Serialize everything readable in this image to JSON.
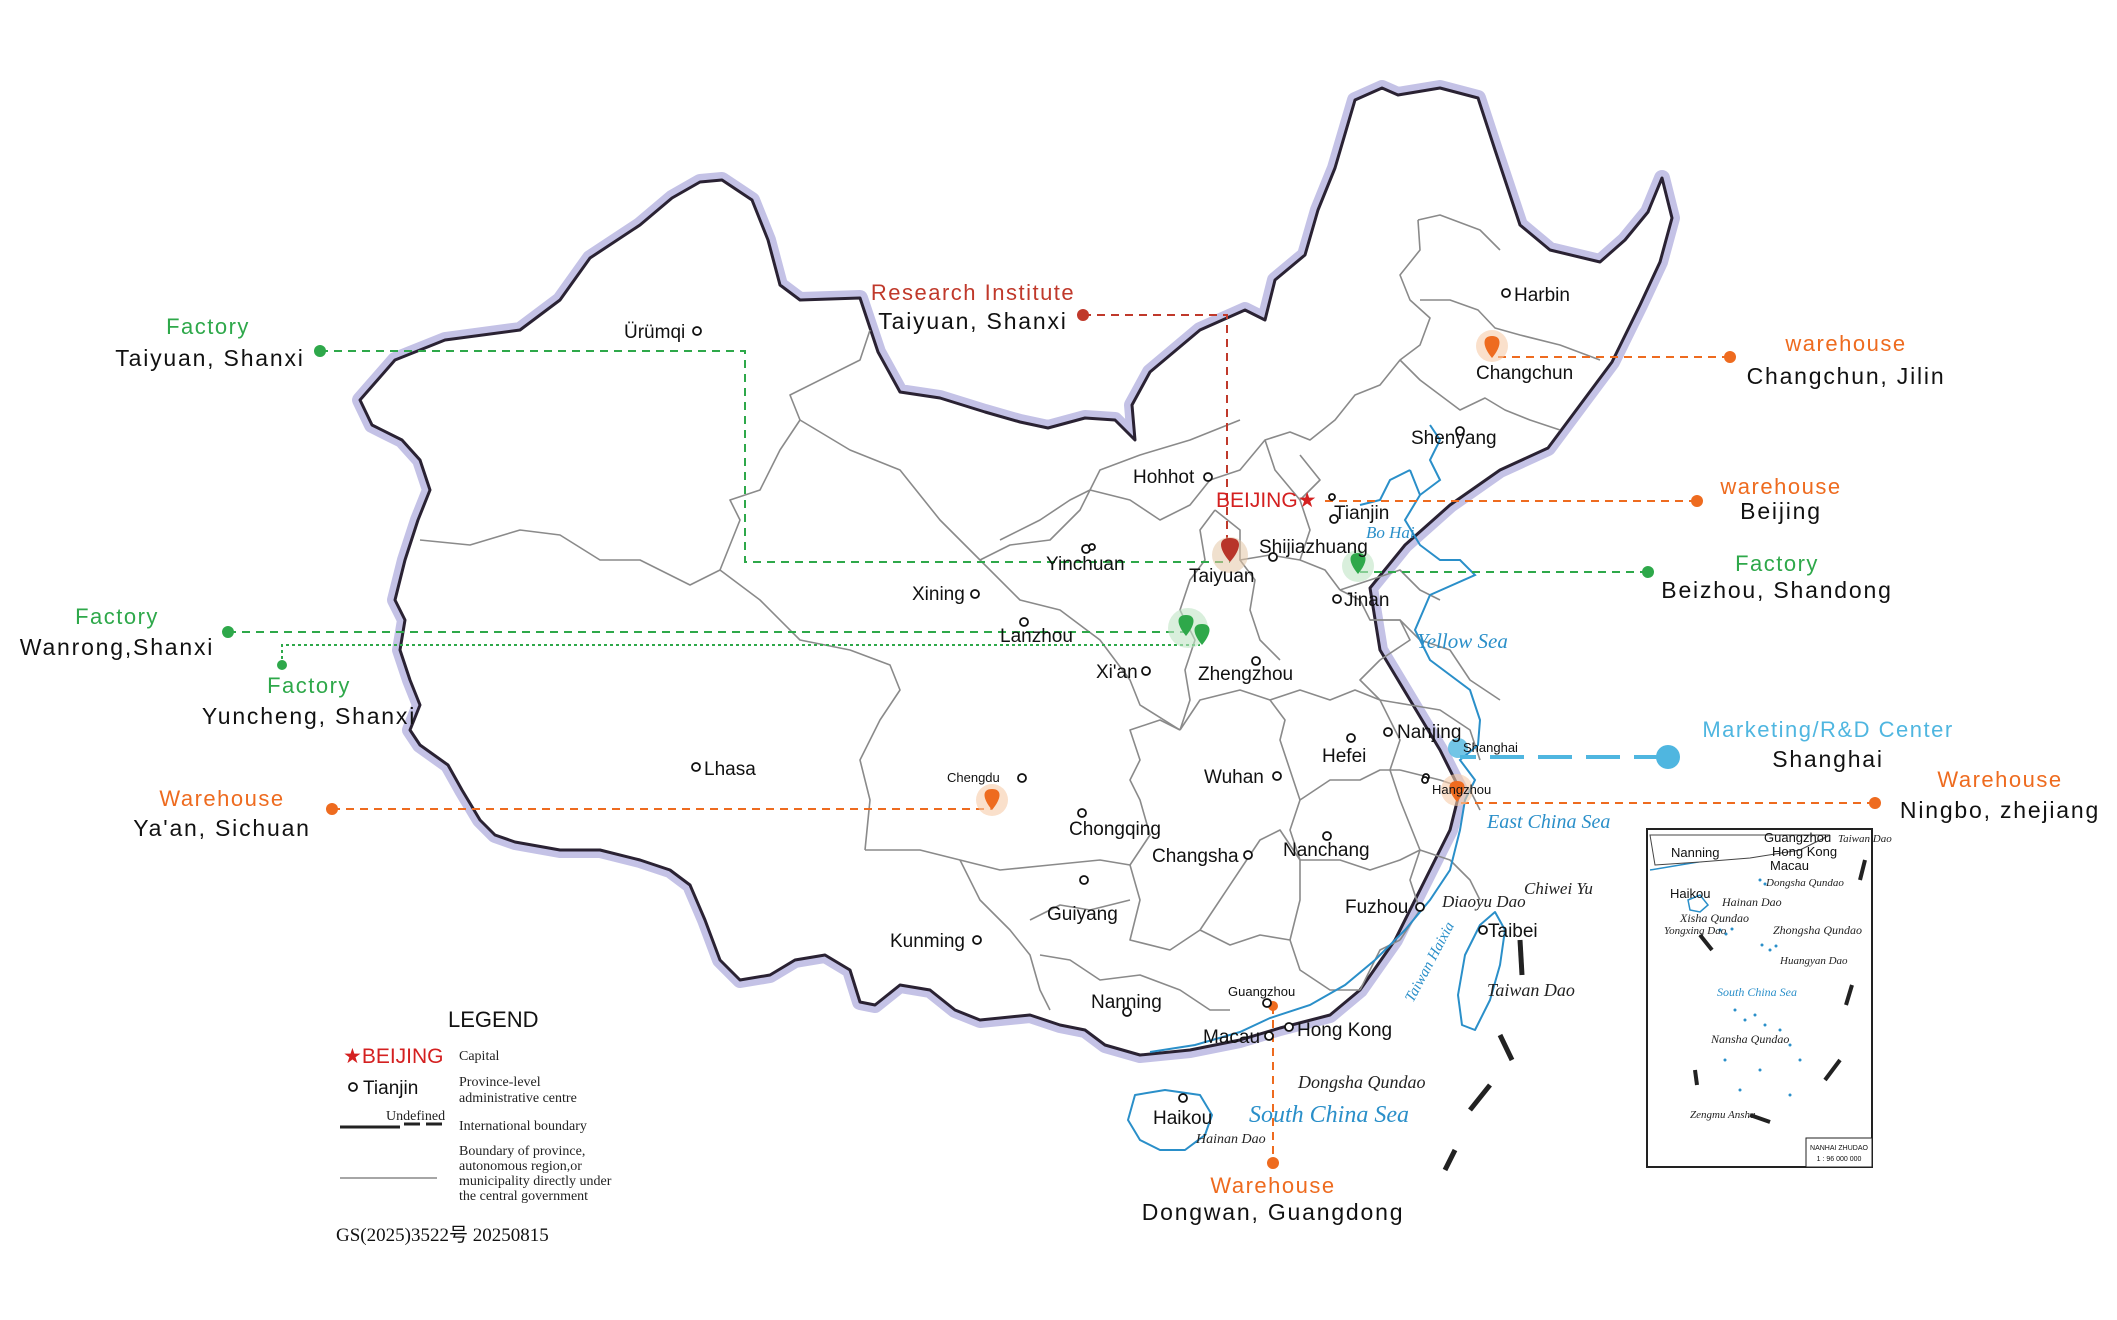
{
  "colors": {
    "factory": "#2ea84a",
    "warehouse": "#ee6b1f",
    "research": "#c0392b",
    "marketing": "#4fb6e0",
    "capital": "#d42020",
    "sea": "#2a8fc9",
    "border_halo": "#c4c2e6"
  },
  "callouts": {
    "factory_taiyuan": {
      "title": "Factory",
      "subtitle": "Taiyuan, Shanxi"
    },
    "research": {
      "title": "Research Institute",
      "subtitle": "Taiyuan, Shanxi"
    },
    "warehouse_changchun": {
      "title": "warehouse",
      "subtitle": "Changchun, Jilin"
    },
    "warehouse_beijing": {
      "title": "warehouse",
      "subtitle": "Beijing"
    },
    "factory_beizhou": {
      "title": "Factory",
      "subtitle": "Beizhou, Shandong"
    },
    "factory_wanrong": {
      "title": "Factory",
      "subtitle": "Wanrong,Shanxi"
    },
    "factory_yuncheng": {
      "title": "Factory",
      "subtitle": "Yuncheng, Shanxi"
    },
    "warehouse_yaan": {
      "title": "Warehouse",
      "subtitle": "Ya'an, Sichuan"
    },
    "marketing": {
      "title": "Marketing/R&D Center",
      "subtitle": "Shanghai"
    },
    "warehouse_ningbo": {
      "title": "Warehouse",
      "subtitle": "Ningbo, zhejiang"
    },
    "warehouse_dongwan": {
      "title": "Warehouse",
      "subtitle": "Dongwan, Guangdong"
    }
  },
  "cities": {
    "urumqi": "Ürümqi",
    "harbin": "Harbin",
    "changchun": "Changchun",
    "shenyang": "Shenyang",
    "hohhot": "Hohhot",
    "beijing": "BEIJING",
    "tianjin": "Tianjin",
    "shijiazhuang": "Shijiazhuang",
    "taiyuan": "Taiyuan",
    "yinchuan": "Yinchuan",
    "jinan": "Jinan",
    "xining": "Xining",
    "lanzhou": "Lanzhou",
    "xian": "Xi'an",
    "zhengzhou": "Zhengzhou",
    "lhasa": "Lhasa",
    "chengdu": "Chengdu",
    "nanjing": "Nanjing",
    "hefei": "Hefei",
    "shanghai": "Shanghai",
    "hangzhou": "Hangzhou",
    "wuhan": "Wuhan",
    "chongqing": "Chongqing",
    "changsha": "Changsha",
    "nanchang": "Nanchang",
    "fuzhou": "Fuzhou",
    "taibei": "Taibei",
    "guiyang": "Guiyang",
    "kunming": "Kunming",
    "nanning": "Nanning",
    "guangzhou": "Guangzhou",
    "macau": "Macau",
    "hongkong": "Hong Kong",
    "haikou": "Haikou"
  },
  "seas": {
    "bohai": "Bo Hai",
    "yellow": "Yellow  Sea",
    "east_china": "East China Sea",
    "south_china": "South  China  Sea",
    "taiwan_haixia": "Taiwan Haixia"
  },
  "islands": {
    "diaoyu": "Diaoyu Dao",
    "chiwei": "Chiwei Yu",
    "taiwan": "Taiwan Dao",
    "dongsha": "Dongsha Qundao",
    "hainan": "Hainan Dao"
  },
  "inset": {
    "guangzhou": "Guangzhou",
    "taiwan_dao": "Taiwan Dao",
    "nanning": "Nanning",
    "hongkong": "Hong Kong",
    "macau": "Macau",
    "dongsha": "Dongsha Qundao",
    "haikou": "Haikou",
    "hainan": "Hainan Dao",
    "xisha": "Xisha Qundao",
    "yongxing": "Yongxing  Dao",
    "zhongsha": "Zhongsha Qundao",
    "huangyan": "Huangyan Dao",
    "south_china_sea": "South   China   Sea",
    "nansha": "Nansha Qundao",
    "zengmu": "Zengmu Ansha",
    "title": "NANHAI ZHUDAO",
    "scale": "1 : 96 000 000"
  },
  "legend": {
    "title": "LEGEND",
    "capital_sample": "★BEIJING",
    "capital_label": "Capital",
    "province_sample": "Tianjin",
    "province_label_1": "Province-level",
    "province_label_2": "administrative centre",
    "undefined": "Undefined",
    "intl_label": "International boundary",
    "boundary_label_1": "Boundary of province,",
    "boundary_label_2": "autonomous region,or",
    "boundary_label_3": "municipality directly under",
    "boundary_label_4": "the central government",
    "approval": "GS(2025)3522号 20250815"
  }
}
